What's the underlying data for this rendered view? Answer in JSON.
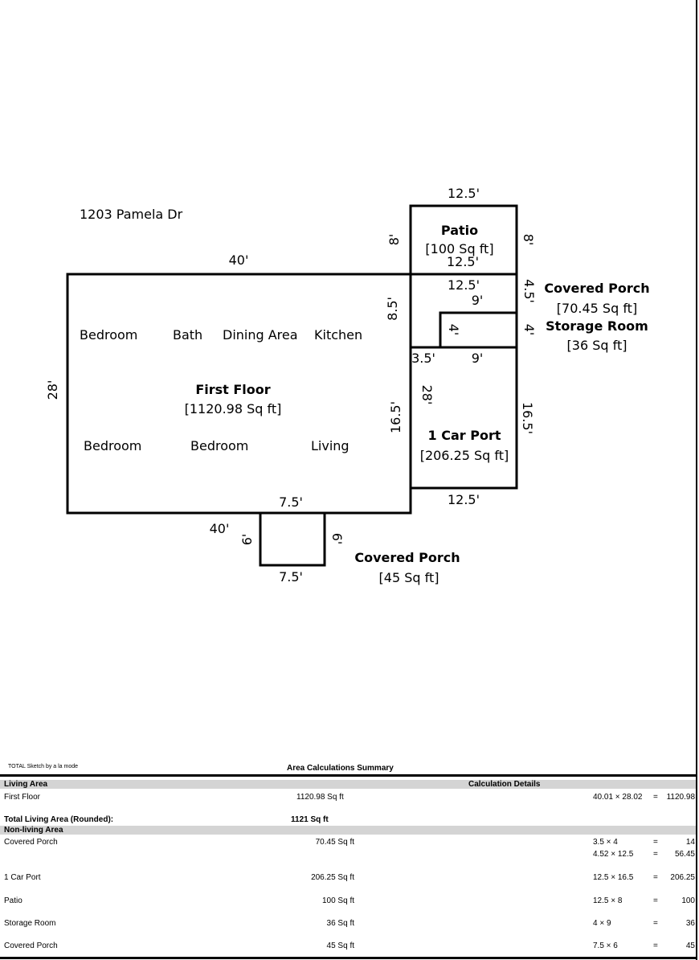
{
  "address": "1203 Pamela Dr",
  "rooms": {
    "bedroom_1": "Bedroom",
    "bath": "Bath",
    "dining": "Dining Area",
    "kitchen": "Kitchen",
    "bedroom_2": "Bedroom",
    "bedroom_3": "Bedroom",
    "living": "Living"
  },
  "areas": {
    "first_floor": {
      "name": "First Floor",
      "area": "[1120.98 Sq ft]"
    },
    "patio": {
      "name": "Patio",
      "area": "[100 Sq ft]"
    },
    "covered_porch_1": {
      "name": "Covered Porch",
      "area": "[70.45 Sq ft]"
    },
    "storage": {
      "name": "Storage Room",
      "area": "[36 Sq ft]"
    },
    "carport": {
      "name": "1 Car Port",
      "area": "[206.25 Sq ft]"
    },
    "covered_porch_2": {
      "name": "Covered Porch",
      "area": "[45 Sq ft]"
    }
  },
  "dims": {
    "main_top": "40'",
    "main_left": "28'",
    "main_bottom": "40'",
    "main_right_upper": "8.5'",
    "main_right_lower": "16.5'",
    "patio_top": "12.5'",
    "patio_left": "8'",
    "patio_right": "8'",
    "patio_bottom": "12.5'",
    "porch1_top": "12.5'",
    "porch1_right": "4.5'",
    "porch1_inner": "9'",
    "storage_left": "4'",
    "storage_right": "4'",
    "storage_bottom_left": "3.5'",
    "storage_bottom": "9'",
    "carport_inner": "28'",
    "carport_right": "16.5'",
    "carport_bottom": "12.5'",
    "porch2_top": "7.5'",
    "porch2_left": "6'",
    "porch2_right": "6'",
    "porch2_bottom": "7.5'"
  },
  "summary": {
    "credit": "TOTAL Sketch by a la mode",
    "title": "Area Calculations Summary",
    "living_header": "Living Area",
    "calc_header": "Calculation Details",
    "first_floor_label": "First Floor",
    "first_floor_area": "1120.98 Sq ft",
    "first_floor_calc": "40.01 × 28.02",
    "first_floor_eq": "=",
    "first_floor_result": "1120.98",
    "total_label": "Total Living Area (Rounded):",
    "total_value": "1121 Sq ft",
    "nonliving_header": "Non-living Area",
    "rows": [
      {
        "label": "Covered Porch",
        "area": "70.45 Sq ft",
        "calcs": [
          {
            "expr": "3.5 × 4",
            "eq": "=",
            "result": "14"
          },
          {
            "expr": "4.52 × 12.5",
            "eq": "=",
            "result": "56.45"
          }
        ]
      },
      {
        "label": "1 Car Port",
        "area": "206.25 Sq ft",
        "calcs": [
          {
            "expr": "12.5 × 16.5",
            "eq": "=",
            "result": "206.25"
          }
        ]
      },
      {
        "label": "Patio",
        "area": "100 Sq ft",
        "calcs": [
          {
            "expr": "12.5 × 8",
            "eq": "=",
            "result": "100"
          }
        ]
      },
      {
        "label": "Storage Room",
        "area": "36 Sq ft",
        "calcs": [
          {
            "expr": "4 × 9",
            "eq": "=",
            "result": "36"
          }
        ]
      },
      {
        "label": "Covered Porch",
        "area": "45 Sq ft",
        "calcs": [
          {
            "expr": "7.5 × 6",
            "eq": "=",
            "result": "45"
          }
        ]
      }
    ]
  }
}
